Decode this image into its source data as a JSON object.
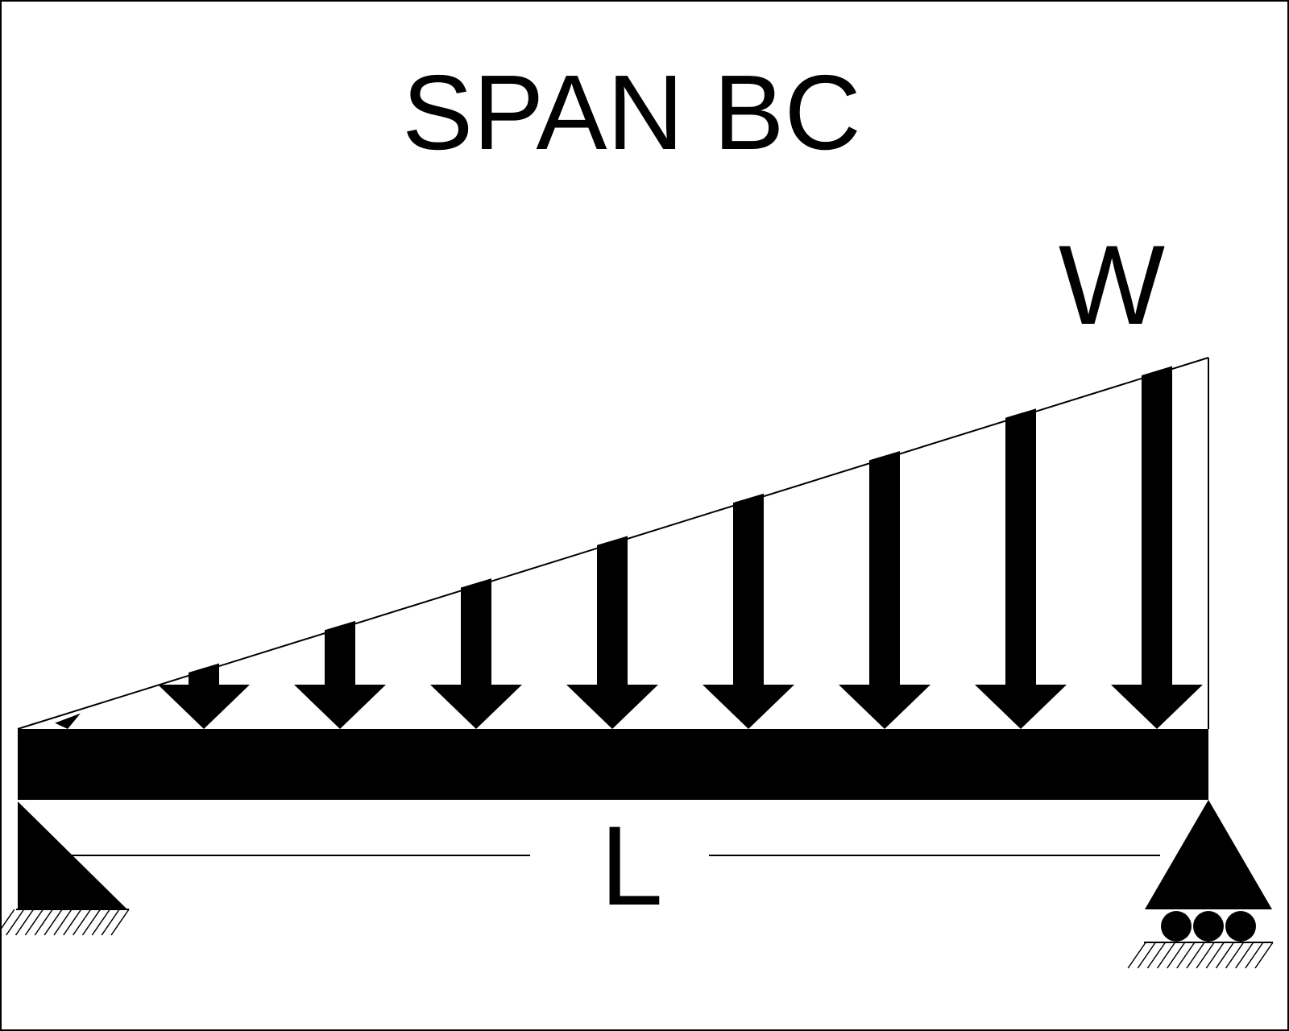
{
  "diagram": {
    "title": "SPAN BC",
    "load_label": "W",
    "span_label": "L",
    "load_type": "triangular distributed load",
    "arrow_count": 9,
    "left_support": "fixed-pin",
    "right_support": "roller",
    "colors": {
      "ink": "#000000",
      "background": "#ffffff"
    }
  }
}
